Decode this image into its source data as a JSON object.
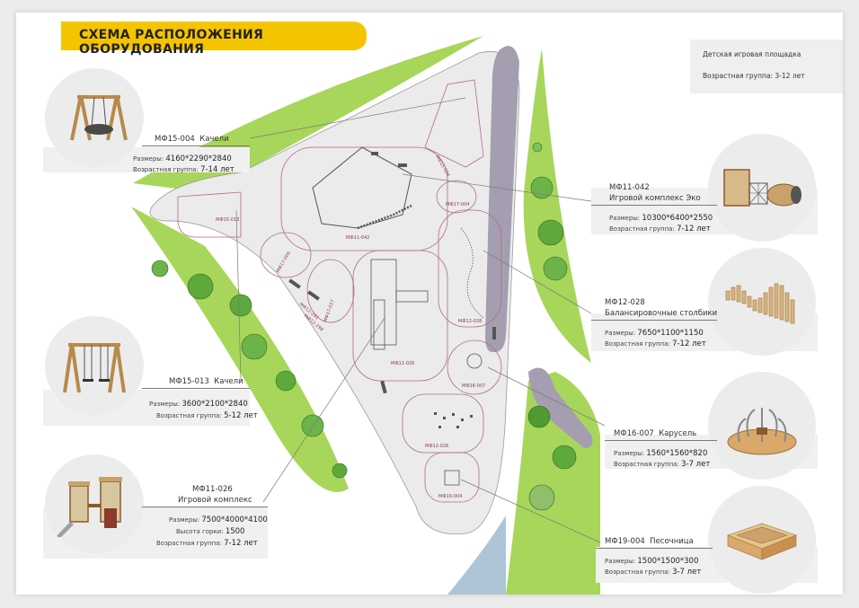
{
  "title": "СХЕМА РАСПОЛОЖЕНИЯ ОБОРУДОВАНИЯ",
  "info": {
    "line1": "Детская игровая площадка",
    "line2": "Возрастная группа: 3-12 лет"
  },
  "colors": {
    "accent": "#f5c400",
    "grass": "#a8d65a",
    "path": "#a49eb0",
    "water": "#aec5d8",
    "zone_outline": "#b06a88"
  },
  "equipment": [
    {
      "id": "swing1",
      "code": "МФ15-004",
      "name": "Качели",
      "size_label": "Размеры:",
      "size": "4160*2290*2840",
      "age_label": "Возрастная группа:",
      "age": "7-14 лет",
      "icon": "nest-swing"
    },
    {
      "id": "swing2",
      "code": "МФ15-013",
      "name": "Качели",
      "size_label": "Размеры:",
      "size": "3600*2100*2840",
      "age_label": "Возрастная группа:",
      "age": "5-12 лет",
      "icon": "double-swing"
    },
    {
      "id": "complex1",
      "code": "МФ11-026",
      "name": "Игровой комплекс",
      "size_label": "Размеры:",
      "size": "7500*4000*4100",
      "slide_label": "Высота горки:",
      "slide": "1500",
      "age_label": "Возрастная группа:",
      "age": "7-12 лет",
      "icon": "play-tower"
    },
    {
      "id": "eco",
      "code": "МФ11-042",
      "name": "Игровой комплекс Эко",
      "size_label": "Размеры:",
      "size": "10300*6400*2550",
      "age_label": "Возрастная группа:",
      "age": "7-12 лет",
      "icon": "eco-complex"
    },
    {
      "id": "posts",
      "code": "МФ12-028",
      "name": "Балансировочные столбики",
      "size_label": "Размеры:",
      "size": "7650*1100*1150",
      "age_label": "Возрастная группа:",
      "age": "7-12 лет",
      "icon": "balance-posts"
    },
    {
      "id": "carousel",
      "code": "МФ16-007",
      "name": "Карусель",
      "size_label": "Размеры:",
      "size": "1560*1560*820",
      "age_label": "Возрастная группа:",
      "age": "3-7 лет",
      "icon": "carousel"
    },
    {
      "id": "sandbox",
      "code": "МФ19-004",
      "name": "Песочница",
      "size_label": "Размеры:",
      "size": "1500*1500*300",
      "age_label": "Возрастная группа:",
      "age": "3-7 лет",
      "icon": "sandbox"
    }
  ],
  "plan_labels": {
    "z1": "МФ15-013",
    "z2": "МФ11-042",
    "z3": "МФ15-004",
    "z4": "МФ17-004",
    "z5": "МФ17-009",
    "z6": "МФ17-027",
    "z7": "МФ11-026",
    "z8": "МФ12-028",
    "z9": "МФ16-007",
    "z10": "МФ12-026",
    "z11": "МФ19-004",
    "z12": "МФ12-201",
    "z13": "МФ12-298"
  }
}
